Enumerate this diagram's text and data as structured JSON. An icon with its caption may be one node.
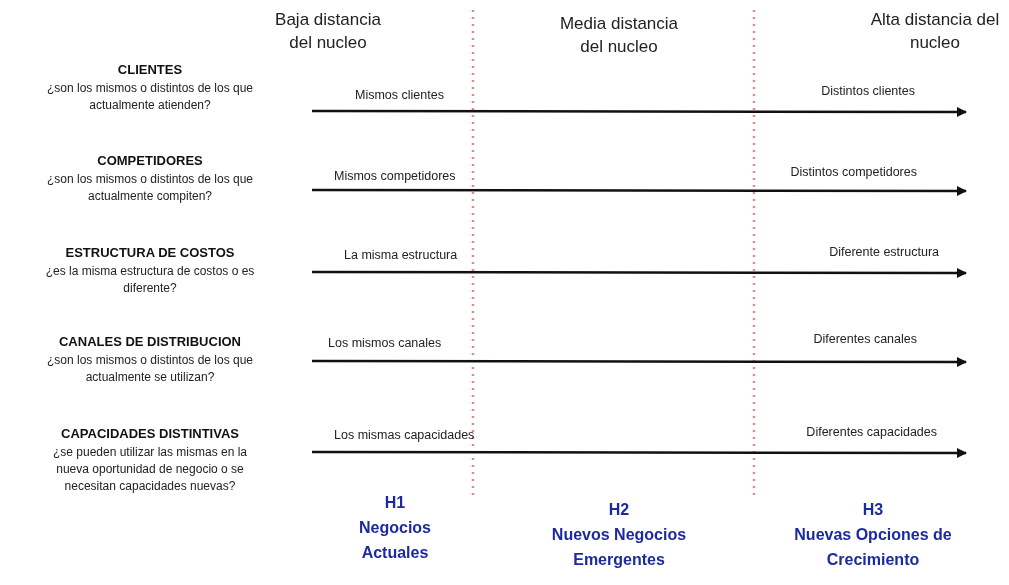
{
  "diagram": {
    "labels": [
      "Baja distancia del nucleo",
      "Media distancia del nucleo",
      "Alta distancia del nucleo",
      "CLIENTES",
      "¿son los mismos o distintos de los que actualmente atienden?",
      "Mismos clientes",
      "Distintos clientes",
      "COMPETIDORES",
      "¿son los mismos o distintos de los que actualmente compiten?",
      "Mismos competidores",
      "Distintos competidores",
      "ESTRUCTURA DE COSTOS",
      "¿es la misma estructura de costos o es diferente?",
      "La misma estructura",
      "Diferente estructura",
      "CANALES DE DISTRIBUCION",
      "¿son los mismos o distintos de los que actualmente se utilizan?",
      "Los mismos canales",
      "Diferentes canales",
      "CAPACIDADES DISTINTIVAS",
      "¿se pueden utilizar las mismas en la nueva oportunidad de negocio o se necesitan capacidades nuevas?",
      "Los mismas capacidades",
      "Diferentes capacidades",
      "H1",
      "Negocios Actuales",
      "H2",
      "Nuevos Negocios Emergentes",
      "H3",
      "Nuevas Opciones de Crecimiento"
    ]
  }
}
